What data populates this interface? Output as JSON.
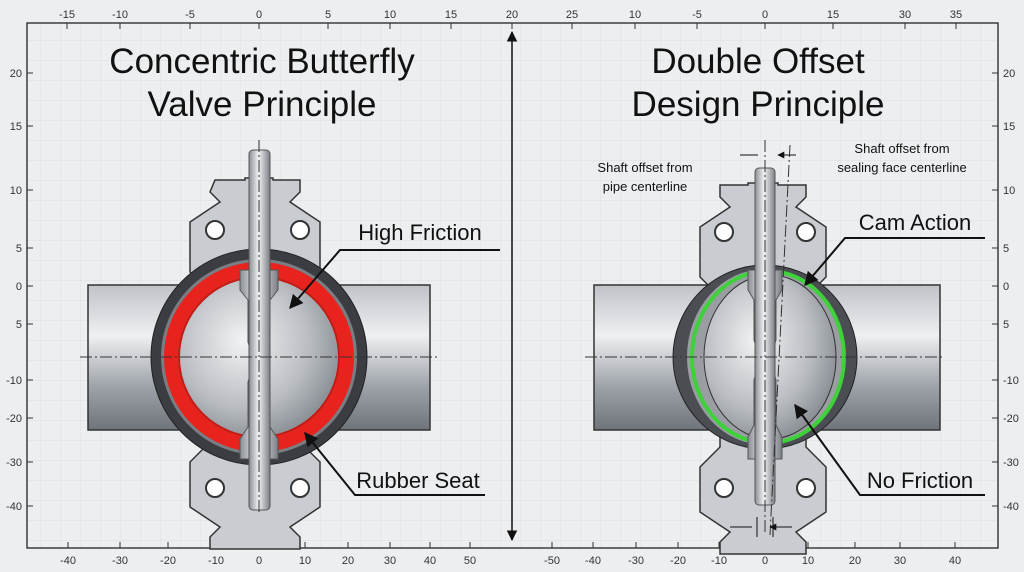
{
  "axes": {
    "top_ticks": [
      "-15",
      "-10",
      "-5",
      "0",
      "5",
      "10",
      "15",
      "20",
      "25",
      "10",
      "-5",
      "0",
      "15",
      "30",
      "35"
    ],
    "bottom_ticks": [
      "-40",
      "-30",
      "-20",
      "-10",
      "0",
      "10",
      "20",
      "30",
      "40",
      "50",
      "-50",
      "-40",
      "-30",
      "-20",
      "-10",
      "0",
      "10",
      "20",
      "30",
      "40"
    ],
    "left_ticks": [
      "20",
      "15",
      "10",
      "5",
      "0",
      "5",
      "-10",
      "-20",
      "-30",
      "-40"
    ],
    "right_ticks": [
      "20",
      "15",
      "10",
      "5",
      "0",
      "5",
      "-10",
      "-20",
      "-30",
      "-40"
    ]
  },
  "left_panel": {
    "title_line1": "Concentric Butterfly",
    "title_line2": "Valve Principle",
    "callout_friction": "High Friction",
    "callout_seat": "Rubber Seat",
    "seat_color": "#e8231e"
  },
  "right_panel": {
    "title_line1": "Double Offset",
    "title_line2": "Design Principle",
    "offset_pipe_line1": "Shaft offset from",
    "offset_pipe_line2": "pipe centerline",
    "offset_face_line1": "Shaft offset from",
    "offset_face_line2": "sealing face centerline",
    "callout_cam": "Cam Action",
    "callout_no_friction": "No Friction",
    "seal_color": "#3fd13a"
  }
}
